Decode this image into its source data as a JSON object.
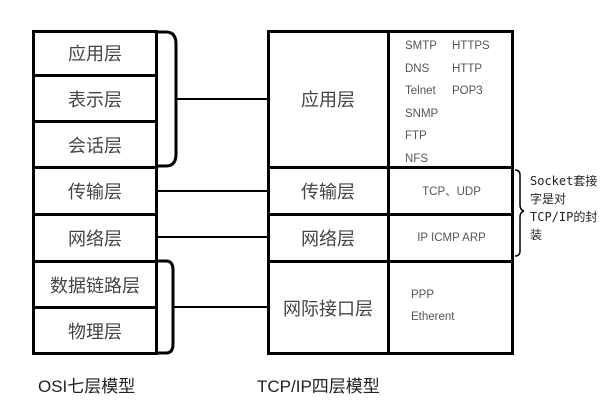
{
  "osi": {
    "caption": "OSI七层模型",
    "layers": [
      "应用层",
      "表示层",
      "会话层",
      "传输层",
      "网络层",
      "数据链路层",
      "物理层"
    ]
  },
  "tcpip": {
    "caption": "TCP/IP四层模型",
    "layers": [
      {
        "name": "应用层",
        "protocols": [
          [
            "SMTP",
            "HTTPS"
          ],
          [
            "DNS",
            "HTTP"
          ],
          [
            "Telnet",
            "POP3"
          ],
          [
            "SNMP"
          ],
          [
            "FTP"
          ],
          [
            "NFS"
          ]
        ]
      },
      {
        "name": "传输层",
        "protocols": "TCP、UDP"
      },
      {
        "name": "网络层",
        "protocols": "IP ICMP ARP"
      },
      {
        "name": "网际接口层",
        "protocols": [
          "PPP",
          "Etherent"
        ]
      }
    ]
  },
  "note": {
    "lines": [
      "Socket套接",
      "字是对",
      "TCP/IP的封",
      "装"
    ]
  }
}
